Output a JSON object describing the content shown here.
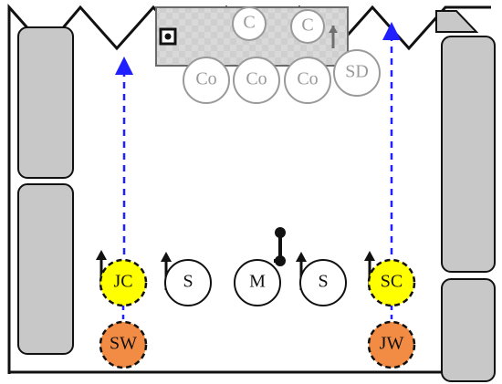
{
  "diagram": {
    "upper_group": {
      "top_labels": [
        "C",
        "C"
      ],
      "bottom_labels": [
        "Co",
        "Co",
        "Co"
      ],
      "right_label": "SD"
    },
    "lower_group": {
      "left_jc": "JC",
      "left_s": "S",
      "center_m": "M",
      "right_s": "S",
      "right_sc": "SC",
      "left_sw": "SW",
      "right_jw": "JW"
    },
    "colors": {
      "yellow": "#ffff00",
      "orange": "#f28c44",
      "blue": "#1f1fff",
      "gray": "#c8c8c8",
      "dark": "#111111",
      "muted": "#9a9a9a"
    }
  }
}
